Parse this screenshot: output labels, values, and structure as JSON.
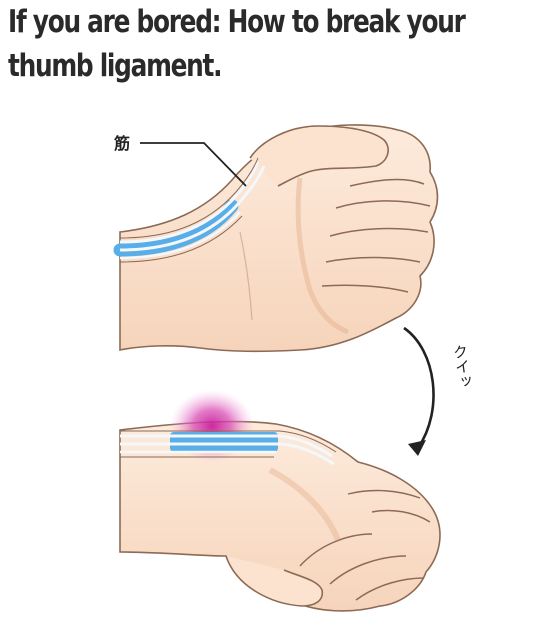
{
  "caption": {
    "line1": "If you are bored: How to break your",
    "line2": "thumb ligament."
  },
  "illustration": {
    "tendon_label": "筋",
    "sound_effect": "クイッ",
    "colors": {
      "skin": "#fbe3cf",
      "skin_shadow": "#efc3a5",
      "outline": "#8c6a55",
      "tendon_blue": "#5aaee8",
      "tendon_white": "#f4f8fb",
      "pain_glow": "#d23aa6",
      "arrow": "#222222"
    }
  }
}
